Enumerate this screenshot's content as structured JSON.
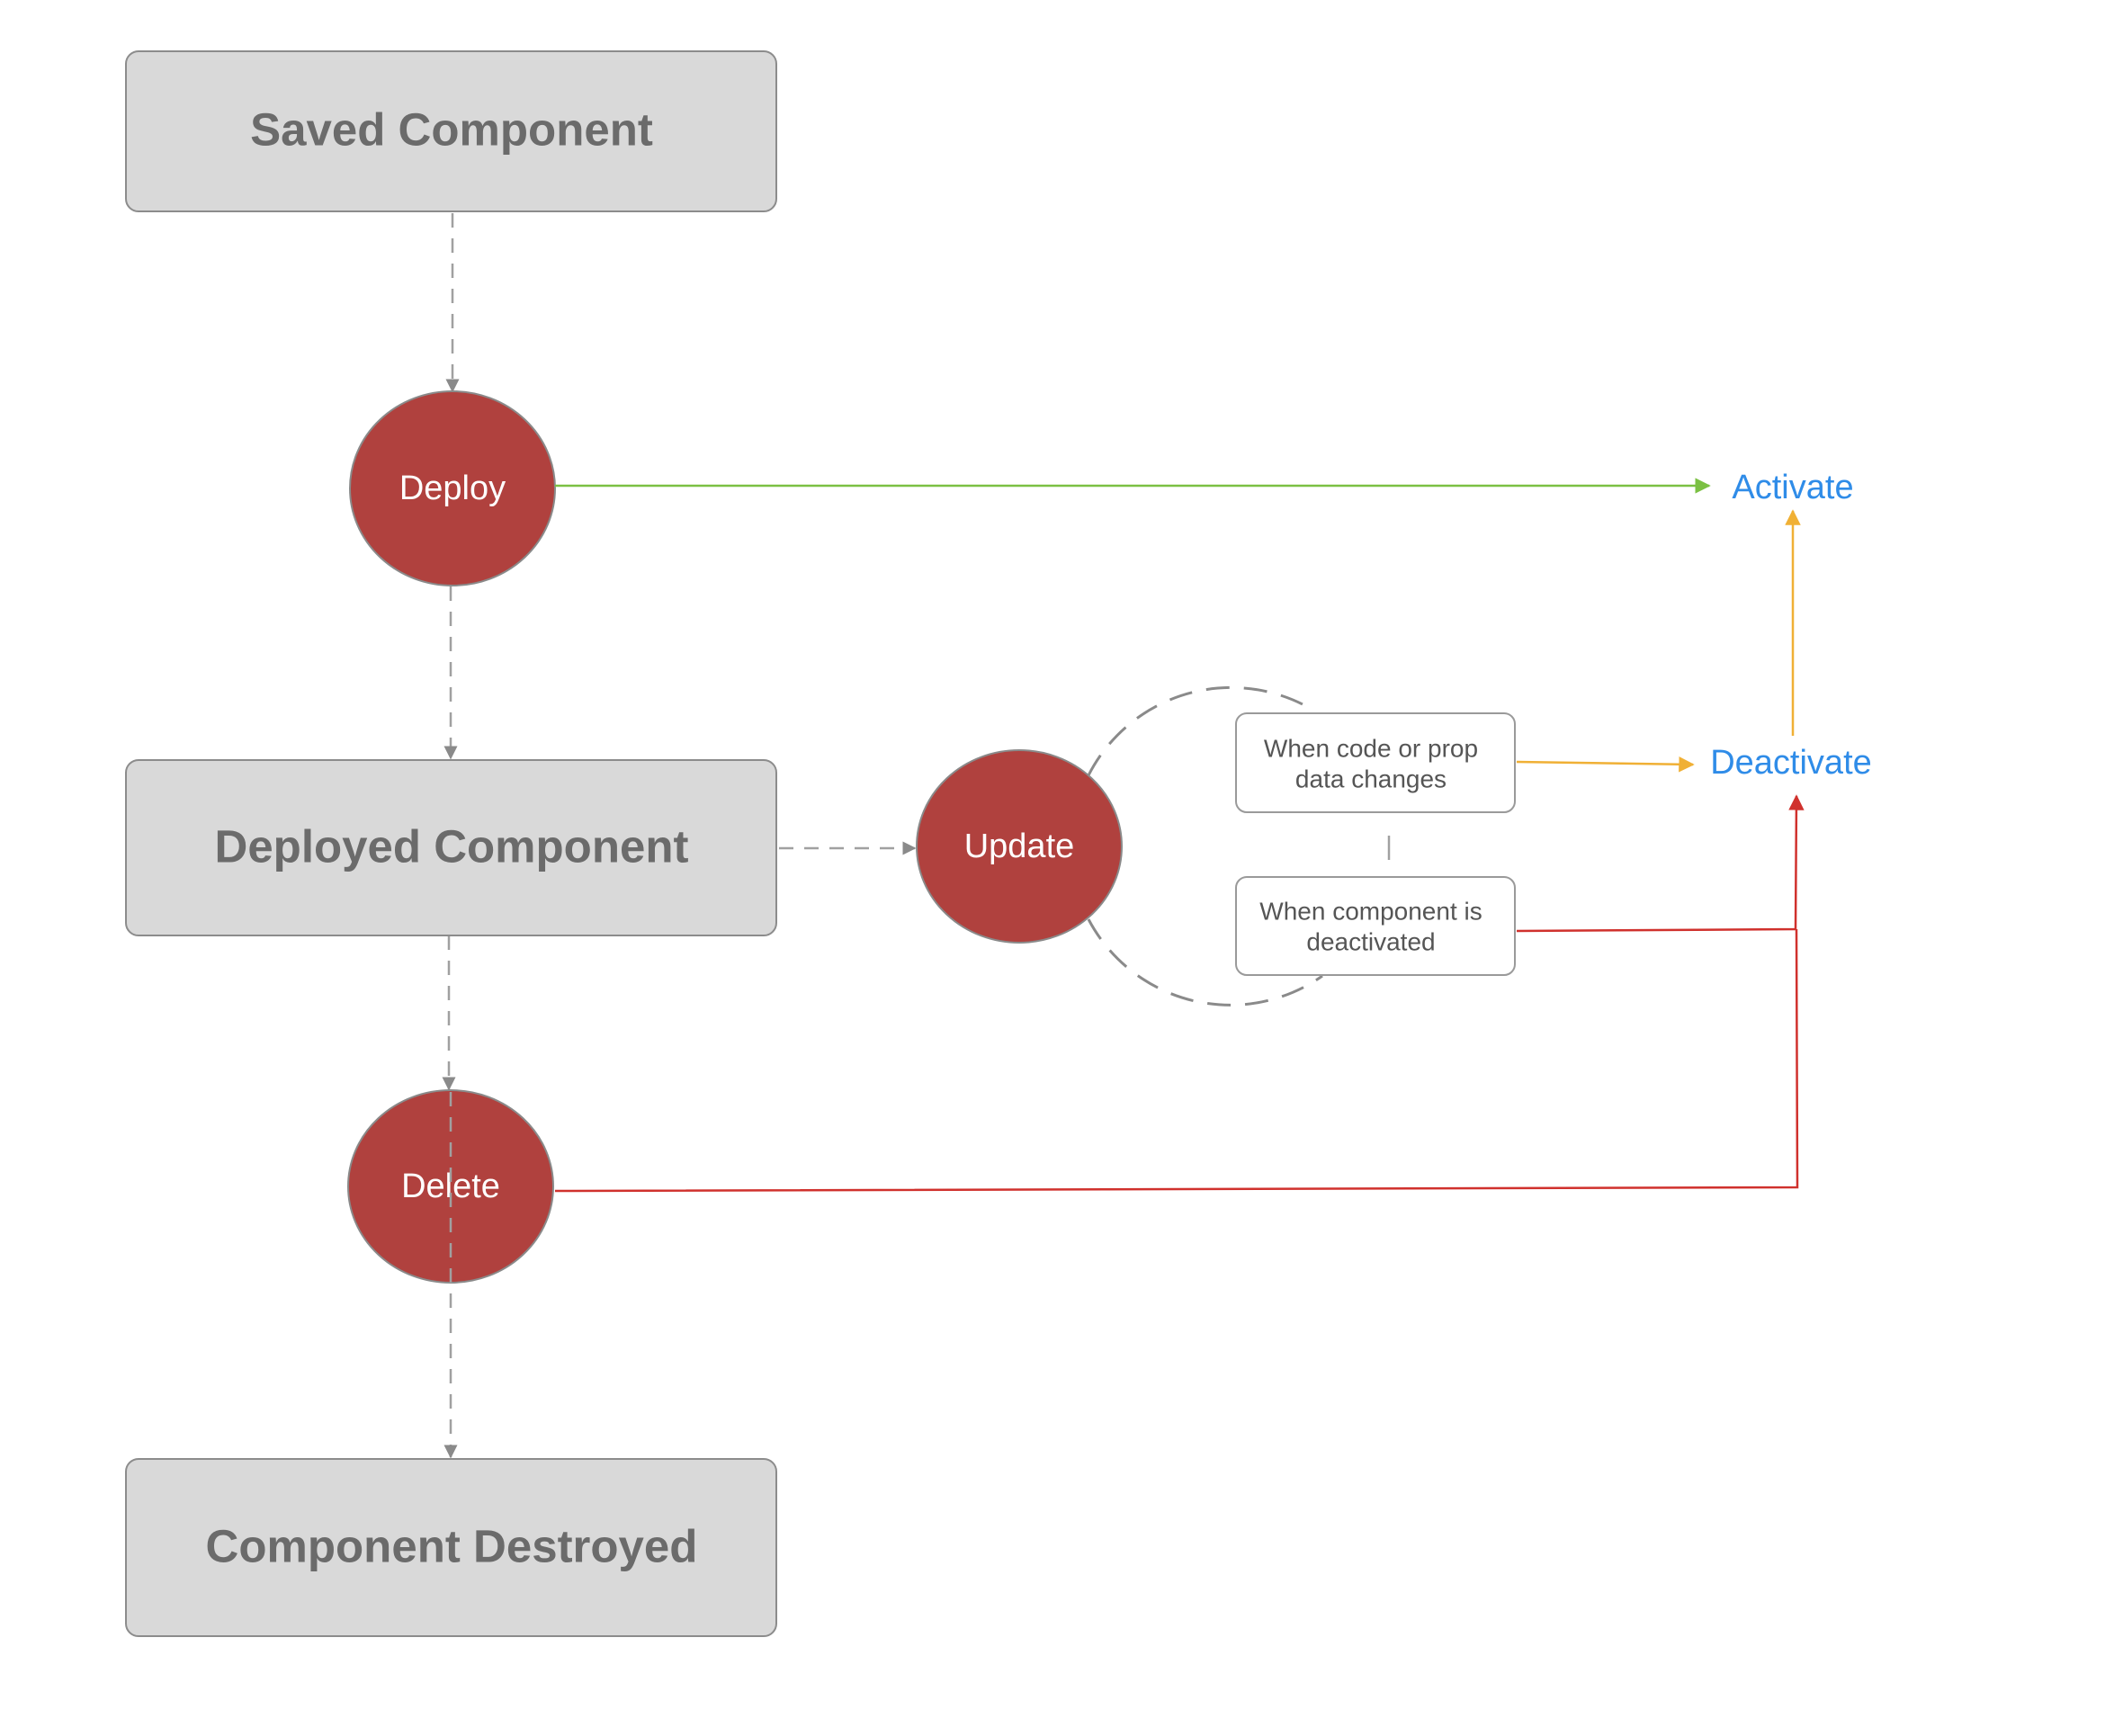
{
  "states": {
    "saved": "Saved Component",
    "deployed": "Deployed Component",
    "destroyed": "Component Destroyed"
  },
  "actions": {
    "deploy": "Deploy",
    "update": "Update",
    "delete": "Delete"
  },
  "conditions": {
    "code_change": [
      "When code or prop",
      "data changes"
    ],
    "deactivated": [
      "When component is",
      "deactivated"
    ]
  },
  "hooks": {
    "activate": "Activate",
    "deactivate": "Deactivate"
  },
  "colors": {
    "action_fill": "#b0413e",
    "state_fill": "#d9d9d9",
    "hook_text": "#2f8ce8",
    "deploy_arrow": "#7bc043",
    "update_arrow": "#f0b035",
    "delete_arrow": "#d0312d"
  }
}
